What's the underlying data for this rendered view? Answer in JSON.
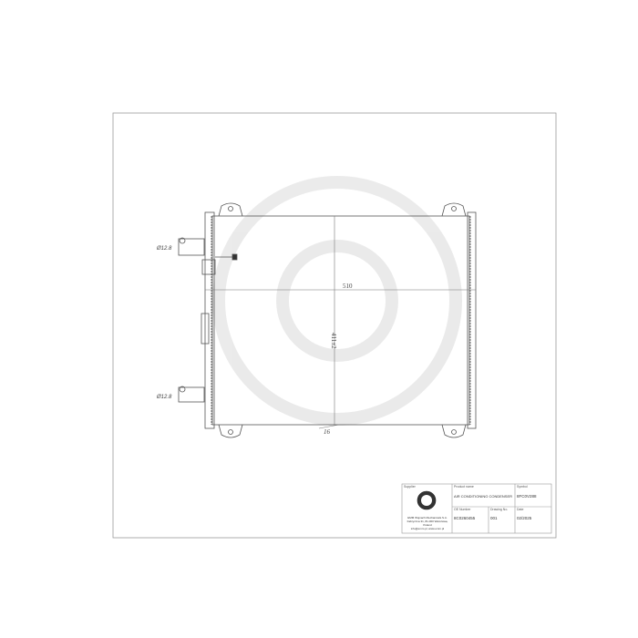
{
  "drawing": {
    "dimensions": {
      "width": "510",
      "height": "411±2",
      "offset": "16",
      "port_top": "Ø12.8",
      "port_bottom": "Ø12.8"
    }
  },
  "title_block": {
    "supplier_label": "Supplier",
    "supplier_text": [
      "EMM Wojnach Mechanicals S.A.",
      "Fabryczna 31, 81-000 Warszawa, Poland",
      "info@emm.pl, www.emm.pl"
    ],
    "product_label": "Product name",
    "product_value": "AIR CONDITIONING CONDENSER",
    "symbol_label": "Symbol",
    "symbol_value": "8FC0V288",
    "oe_label": "OE Number",
    "oe_value": "8C0260455",
    "drawing_label": "Drawing No.",
    "drawing_value": "001",
    "date_label": "Date",
    "date_value": "02/2025"
  }
}
